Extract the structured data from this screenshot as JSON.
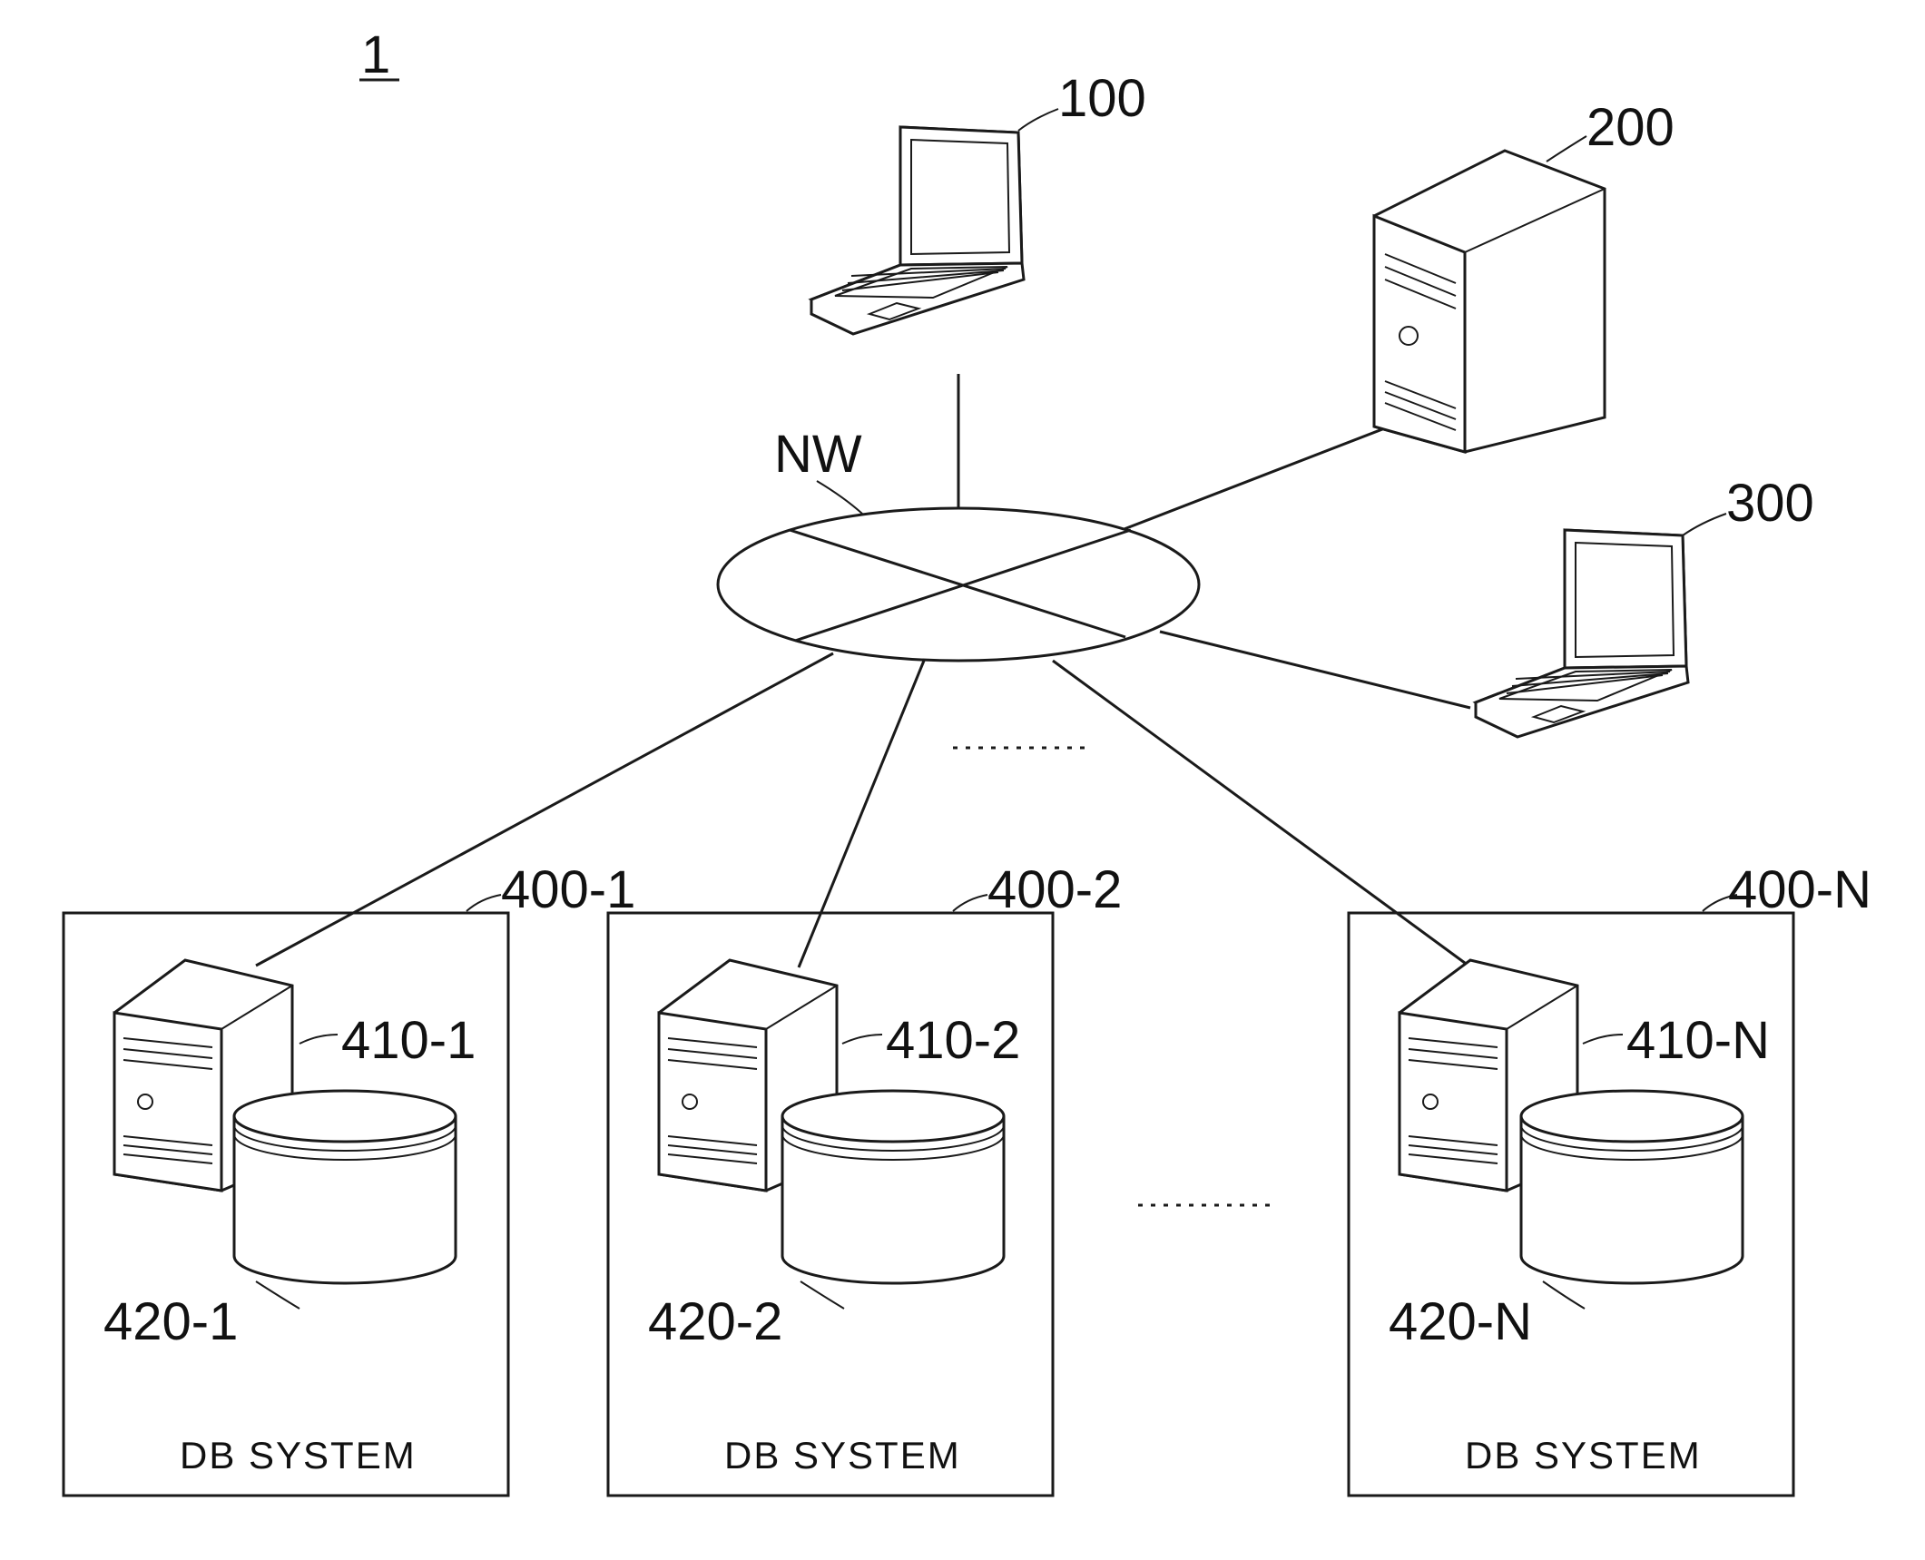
{
  "figure": {
    "ref": "1"
  },
  "network": {
    "ref": "NW"
  },
  "devices": {
    "client_100": {
      "ref": "100"
    },
    "server_200": {
      "ref": "200"
    },
    "client_300": {
      "ref": "300"
    }
  },
  "db_systems": [
    {
      "ref": "400-1",
      "server_ref": "410-1",
      "storage_ref": "420-1",
      "caption": "DB SYSTEM"
    },
    {
      "ref": "400-2",
      "server_ref": "410-2",
      "storage_ref": "420-2",
      "caption": "DB SYSTEM"
    },
    {
      "ref": "400-N",
      "server_ref": "410-N",
      "storage_ref": "420-N",
      "caption": "DB SYSTEM"
    }
  ]
}
